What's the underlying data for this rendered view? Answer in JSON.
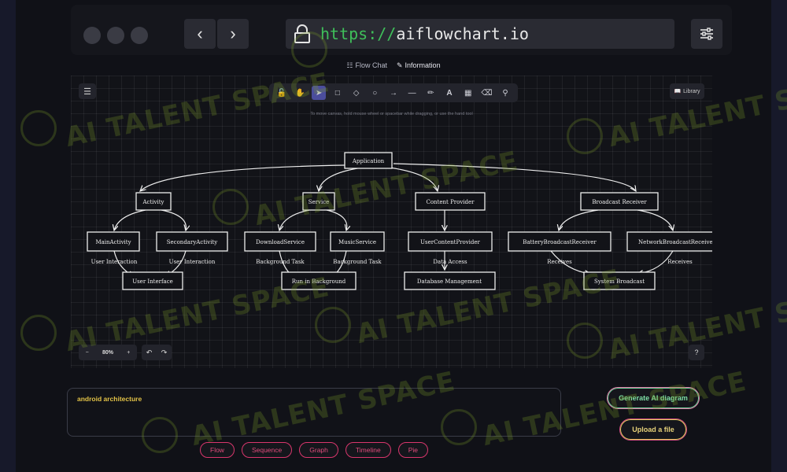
{
  "browser": {
    "url_scheme": "https://",
    "url_host": "aiflowchart.io",
    "back_icon": "chevron-left-icon",
    "forward_icon": "chevron-right-icon",
    "settings_icon": "sliders-icon"
  },
  "tabs": [
    {
      "label": "Flow Chat",
      "icon": "sitemap-icon",
      "active": false
    },
    {
      "label": "Information",
      "icon": "feather-icon",
      "active": true
    }
  ],
  "canvas": {
    "hint": "To move canvas, hold mouse wheel or spacebar while dragging, or use the hand tool",
    "library_label": "Library",
    "zoom": "80%",
    "toolbar_tools": [
      "lock-icon",
      "hand-icon",
      "pointer-icon",
      "rectangle-icon",
      "diamond-icon",
      "ellipse-icon",
      "arrow-icon",
      "line-icon",
      "pencil-icon",
      "text-icon",
      "image-icon",
      "eraser-icon",
      "shapes-icon"
    ],
    "active_tool": "pointer-icon"
  },
  "diagram": {
    "nodes": {
      "application": "Application",
      "activity": "Activity",
      "service": "Service",
      "content_provider": "Content Provider",
      "broadcast_receiver": "Broadcast Receiver",
      "main_activity": "MainActivity",
      "secondary_activity": "SecondaryActivity",
      "download_service": "DownloadService",
      "music_service": "MusicService",
      "user_content_provider": "UserContentProvider",
      "battery_receiver": "BatteryBroadcastReceiver",
      "network_receiver": "NetworkBroadcastReceiver",
      "user_interface": "User Interface",
      "run_in_background": "Run in Background",
      "database_management": "Database Management",
      "system_broadcast": "System Broadcast"
    },
    "edge_labels": {
      "ui1": "User Interaction",
      "ui2": "User Interaction",
      "bg1": "Background Task",
      "bg2": "Background Task",
      "data": "Data Access",
      "rec1": "Receives",
      "rec2": "Receives"
    }
  },
  "prompt": {
    "value": "android architecture"
  },
  "actions": {
    "generate_label": "Generate AI diagram",
    "upload_label": "Upload a file"
  },
  "chips": [
    "Flow",
    "Sequence",
    "Graph",
    "Timeline",
    "Pie"
  ],
  "watermark": "AI TALENT SPACE"
}
